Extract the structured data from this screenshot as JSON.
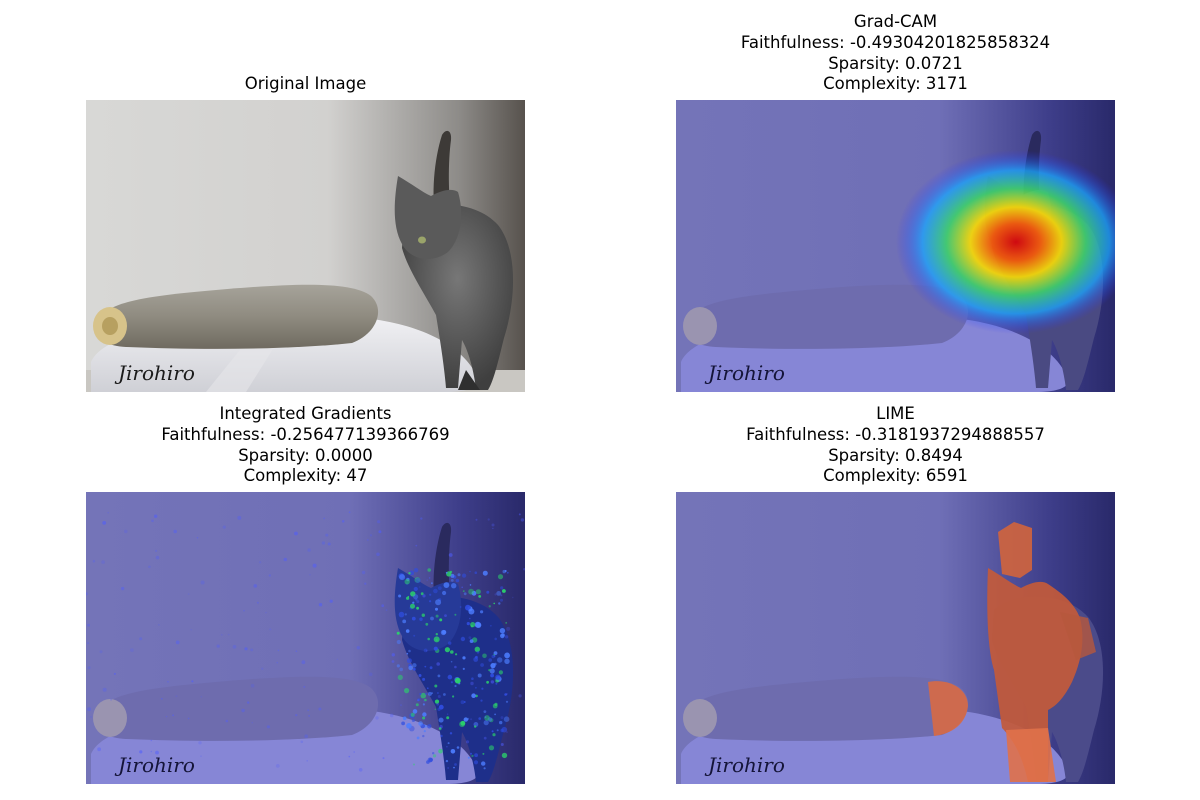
{
  "figure": {
    "panels": [
      {
        "id": "original",
        "lines": [
          "Original Image"
        ],
        "overlay": "none",
        "watermark": "Jirohiro"
      },
      {
        "id": "gradcam",
        "lines": [
          "Grad-CAM",
          "Faithfulness: -0.49304201825858324",
          "Sparsity: 0.0721",
          "Complexity: 3171"
        ],
        "overlay": "gradcam",
        "watermark": "Jirohiro"
      },
      {
        "id": "ig",
        "lines": [
          "Integrated Gradients",
          "Faithfulness: -0.256477139366769",
          "Sparsity: 0.0000",
          "Complexity: 47"
        ],
        "overlay": "ig",
        "watermark": "Jirohiro"
      },
      {
        "id": "lime",
        "lines": [
          "LIME",
          "Faithfulness: -0.3181937294888557",
          "Sparsity: 0.8494",
          "Complexity: 6591"
        ],
        "overlay": "lime",
        "watermark": "Jirohiro"
      }
    ],
    "colors": {
      "overlay_blue": "#3a3ad0",
      "heat_red": "#ff2a00",
      "heat_yellow": "#ffe000",
      "heat_green": "#2bd36b",
      "lime_red": "#e0582f"
    }
  }
}
